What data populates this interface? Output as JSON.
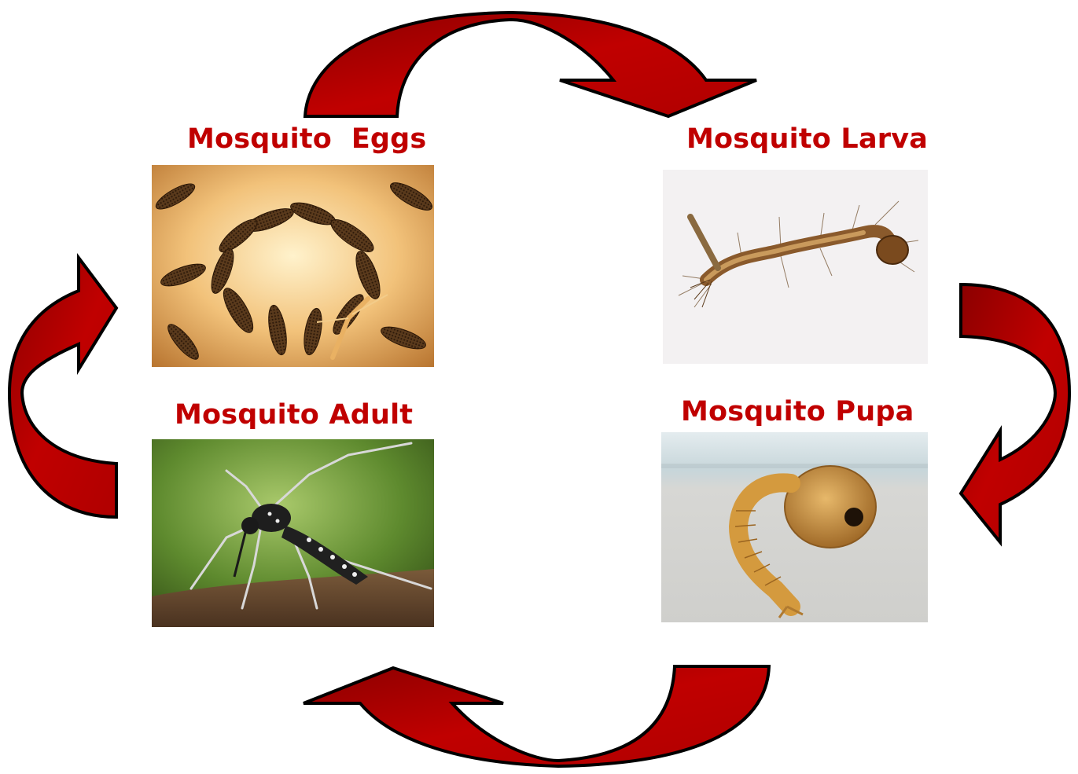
{
  "diagram": {
    "label_color": "#c00000",
    "arrow_color": "#c00000",
    "arrow_shadow_color": "#8b0000",
    "stages": [
      {
        "label": "Mosquito  Eggs",
        "image": "mosquito-eggs-photo"
      },
      {
        "label": "Mosquito Larva",
        "image": "mosquito-larva-photo"
      },
      {
        "label": "Mosquito Pupa",
        "image": "mosquito-pupa-photo"
      },
      {
        "label": "Mosquito Adult",
        "image": "mosquito-adult-photo"
      }
    ],
    "cycle_order": [
      "Mosquito  Eggs",
      "Mosquito Larva",
      "Mosquito Pupa",
      "Mosquito Adult"
    ]
  }
}
